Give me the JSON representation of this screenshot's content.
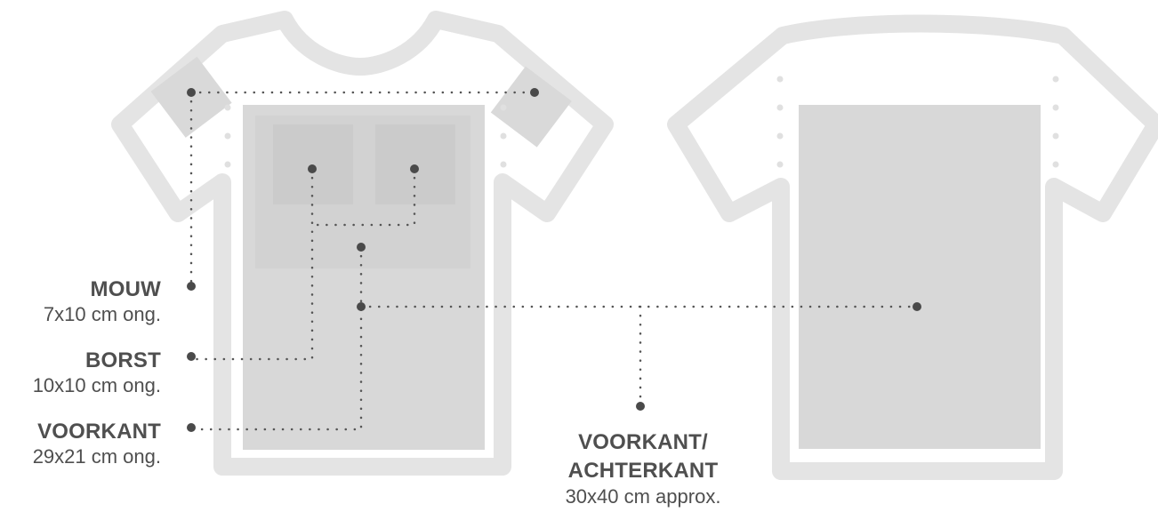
{
  "labels": {
    "mouw": {
      "title": "MOUW",
      "size": "7x10 cm ong."
    },
    "borst": {
      "title": "BORST",
      "size": "10x10 cm ong."
    },
    "voorkant": {
      "title": "VOORKANT",
      "size": "29x21 cm ong."
    },
    "voor_achter": {
      "title_line1": "VOORKANT/",
      "title_line2": "ACHTERKANT",
      "size": "30x40 cm approx."
    }
  },
  "colors": {
    "outline": "#e4e4e4",
    "print_area": "#d8d8d8",
    "print_area_inner": "#cfcfcf",
    "dot": "#4a4a4a",
    "guide_dot": "#e0e0e0",
    "text": "#4f4f4f"
  }
}
